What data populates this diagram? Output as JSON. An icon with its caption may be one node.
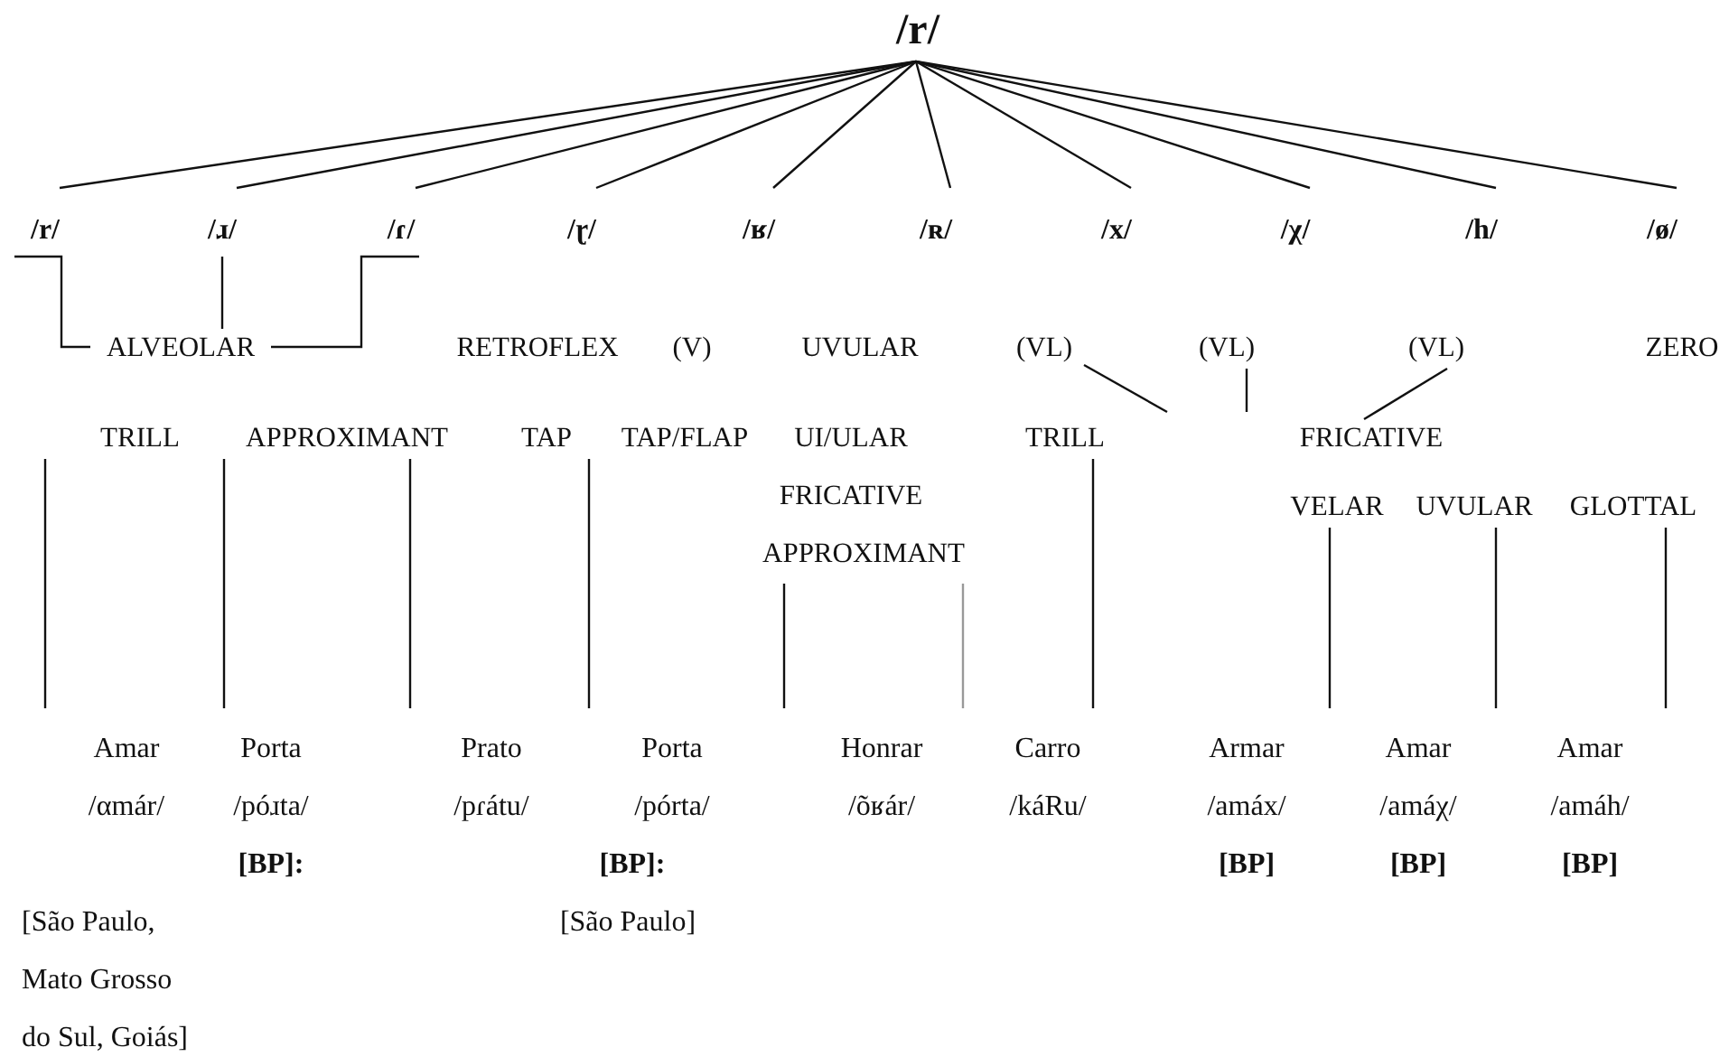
{
  "diagram": {
    "nodes": [
      {
        "text": [
          "/r/"
        ]
      },
      {
        "text": [
          "/r/"
        ]
      },
      {
        "text": [
          "/ɹ/"
        ]
      },
      {
        "text": [
          "/ɾ/"
        ]
      },
      {
        "text": [
          "/ɽ/"
        ]
      },
      {
        "text": [
          "/ʁ/"
        ]
      },
      {
        "text": [
          "/ʀ/"
        ]
      },
      {
        "text": [
          "/x/"
        ]
      },
      {
        "text": [
          "/χ/"
        ]
      },
      {
        "text": [
          "/h/"
        ]
      },
      {
        "text": [
          "/ø/"
        ]
      },
      {
        "text": [
          "ALVEOLAR"
        ]
      },
      {
        "text": [
          "(VL)"
        ]
      },
      {
        "text": [
          "(VL)"
        ]
      },
      {
        "text": [
          "(VL)"
        ]
      },
      {
        "text": [
          "TRILL"
        ]
      },
      {
        "text": [
          "APPROXIMANT"
        ]
      },
      {
        "text": [
          "TAP/FLAP"
        ]
      },
      {
        "text": [
          "UI/ULAR FRICATIVE APPROXIMANT"
        ]
      },
      {
        "text": [
          "TRILL"
        ]
      },
      {
        "text": [
          "FRICATIVE"
        ]
      },
      {
        "text": [
          "VELAR"
        ]
      },
      {
        "text": [
          "UVULAR"
        ]
      },
      {
        "text": [
          "GLOTTAL"
        ]
      },
      {
        "text": [
          "Amar",
          "/αmár/"
        ]
      },
      {
        "text": [
          "Porta",
          "/póɹta/"
        ]
      },
      {
        "text": [
          "Prato",
          "/pɾátu/"
        ]
      },
      {
        "text": [
          "Porta",
          "/pórta/"
        ]
      },
      {
        "text": [
          "Honrar",
          "/õʁár/"
        ]
      },
      {
        "text": [
          "Carro",
          "/káRu/"
        ]
      },
      {
        "text": [
          "Armar",
          "/amáx/",
          "[BP]"
        ]
      },
      {
        "text": [
          "Amar",
          "/amáχ/",
          "[BP]"
        ]
      },
      {
        "text": [
          "Amar",
          "/amáh/",
          "[BP]"
        ]
      }
    ],
    "edges": [
      {
        "from": 0,
        "to": 1,
        "arrow": "none"
      },
      {
        "from": 0,
        "to": 2,
        "arrow": "none"
      },
      {
        "from": 0,
        "to": 3,
        "arrow": "none"
      },
      {
        "from": 0,
        "to": 4,
        "arrow": "none"
      },
      {
        "from": 0,
        "to": 5,
        "arrow": "none"
      },
      {
        "from": 0,
        "to": 6,
        "arrow": "none"
      },
      {
        "from": 0,
        "to": 7,
        "arrow": "none"
      },
      {
        "from": 0,
        "to": 8,
        "arrow": "none"
      },
      {
        "from": 0,
        "to": 9,
        "arrow": "none"
      },
      {
        "from": 0,
        "to": 10,
        "arrow": "none"
      },
      {
        "from": 1,
        "to": 11,
        "arrow": "none"
      },
      {
        "from": 2,
        "to": 11,
        "arrow": "none"
      },
      {
        "from": 3,
        "to": 11,
        "arrow": "none"
      },
      {
        "from": 12,
        "to": null,
        "arrow": "none"
      },
      {
        "from": 13,
        "to": null,
        "arrow": "none"
      },
      {
        "from": 14,
        "to": 20,
        "arrow": "none"
      },
      {
        "from": 15,
        "to": 24,
        "arrow": "none"
      },
      {
        "from": 16,
        "to": 25,
        "arrow": "none"
      },
      {
        "from": 16,
        "to": 26,
        "arrow": "none"
      },
      {
        "from": 17,
        "to": 27,
        "arrow": "none"
      },
      {
        "from": 18,
        "to": 28,
        "arrow": "none"
      },
      {
        "from": 18,
        "to": 28,
        "arrow": "none",
        "color": "#999999"
      },
      {
        "from": 19,
        "to": 29,
        "arrow": "none"
      },
      {
        "from": 21,
        "to": 30,
        "arrow": "none"
      },
      {
        "from": 22,
        "to": 31,
        "arrow": "none"
      },
      {
        "from": 23,
        "to": 32,
        "arrow": "none"
      }
    ],
    "labels": [
      "RETROFLEX",
      "(V)",
      "UVULAR",
      "ZERO",
      "TAP",
      "[BP]:",
      "[BP]:",
      "[São Paulo, Mato Grosso do Sul, Goiás]",
      "[São Paulo]"
    ]
  }
}
